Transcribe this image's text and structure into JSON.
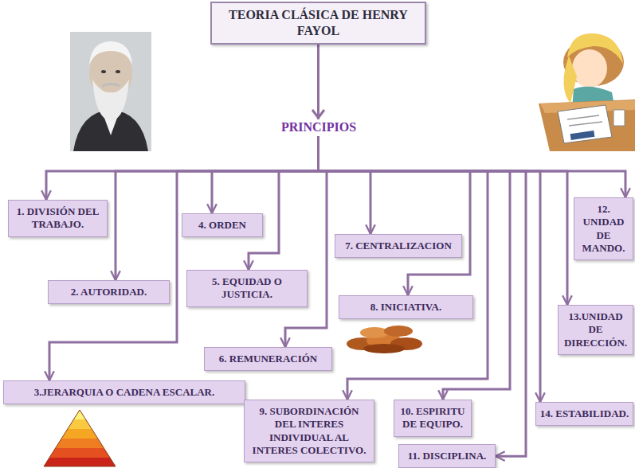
{
  "diagram": {
    "nodes": [
      {
        "text": [
          "TEORIA CLÁSICA DE HENRY FAYOL"
        ]
      },
      {
        "text": [
          "1. DIVISIÓN DEL TRABAJO."
        ]
      },
      {
        "text": [
          "2. AUTORIDAD."
        ]
      },
      {
        "text": [
          "3.JERARQUIA O CADENA ESCALAR."
        ]
      },
      {
        "text": [
          "4. ORDEN"
        ]
      },
      {
        "text": [
          "5. EQUIDAD O JUSTICIA."
        ]
      },
      {
        "text": [
          "6. REMUNERACIÓN"
        ]
      },
      {
        "text": [
          "7. CENTRALIZACION"
        ]
      },
      {
        "text": [
          "8. INICIATIVA."
        ]
      },
      {
        "text": [
          "9. SUBORDINACIÓN DEL INTERES INDIVIDUAL AL INTERES COLECTIVO."
        ]
      },
      {
        "text": [
          "10. ESPIRITU DE EQUIPO."
        ]
      },
      {
        "text": [
          "11. DISCIPLINA."
        ]
      },
      {
        "text": [
          "12. UNIDAD DE MANDO."
        ]
      },
      {
        "text": [
          "13.UNIDAD DE DIRECCIÓN."
        ]
      },
      {
        "text": [
          "14. ESTABILIDAD."
        ]
      }
    ],
    "edges": [
      {
        "from": 0,
        "to": 1,
        "arrow": "to"
      },
      {
        "from": 0,
        "to": 2,
        "arrow": "to"
      },
      {
        "from": 0,
        "to": 3,
        "arrow": "to"
      },
      {
        "from": 0,
        "to": 4,
        "arrow": "to"
      },
      {
        "from": 0,
        "to": 5,
        "arrow": "to"
      },
      {
        "from": 0,
        "to": 6,
        "arrow": "to"
      },
      {
        "from": 0,
        "to": 7,
        "arrow": "to"
      },
      {
        "from": 0,
        "to": 8,
        "arrow": "to"
      },
      {
        "from": 0,
        "to": 9,
        "arrow": "to"
      },
      {
        "from": 0,
        "to": 10,
        "arrow": "to"
      },
      {
        "from": 0,
        "to": 11,
        "arrow": "to"
      },
      {
        "from": 0,
        "to": 12,
        "arrow": "to"
      },
      {
        "from": 0,
        "to": 13,
        "arrow": "to"
      },
      {
        "from": 0,
        "to": 14,
        "arrow": "to"
      }
    ],
    "labels": [
      "PRINCIPIOS"
    ]
  }
}
